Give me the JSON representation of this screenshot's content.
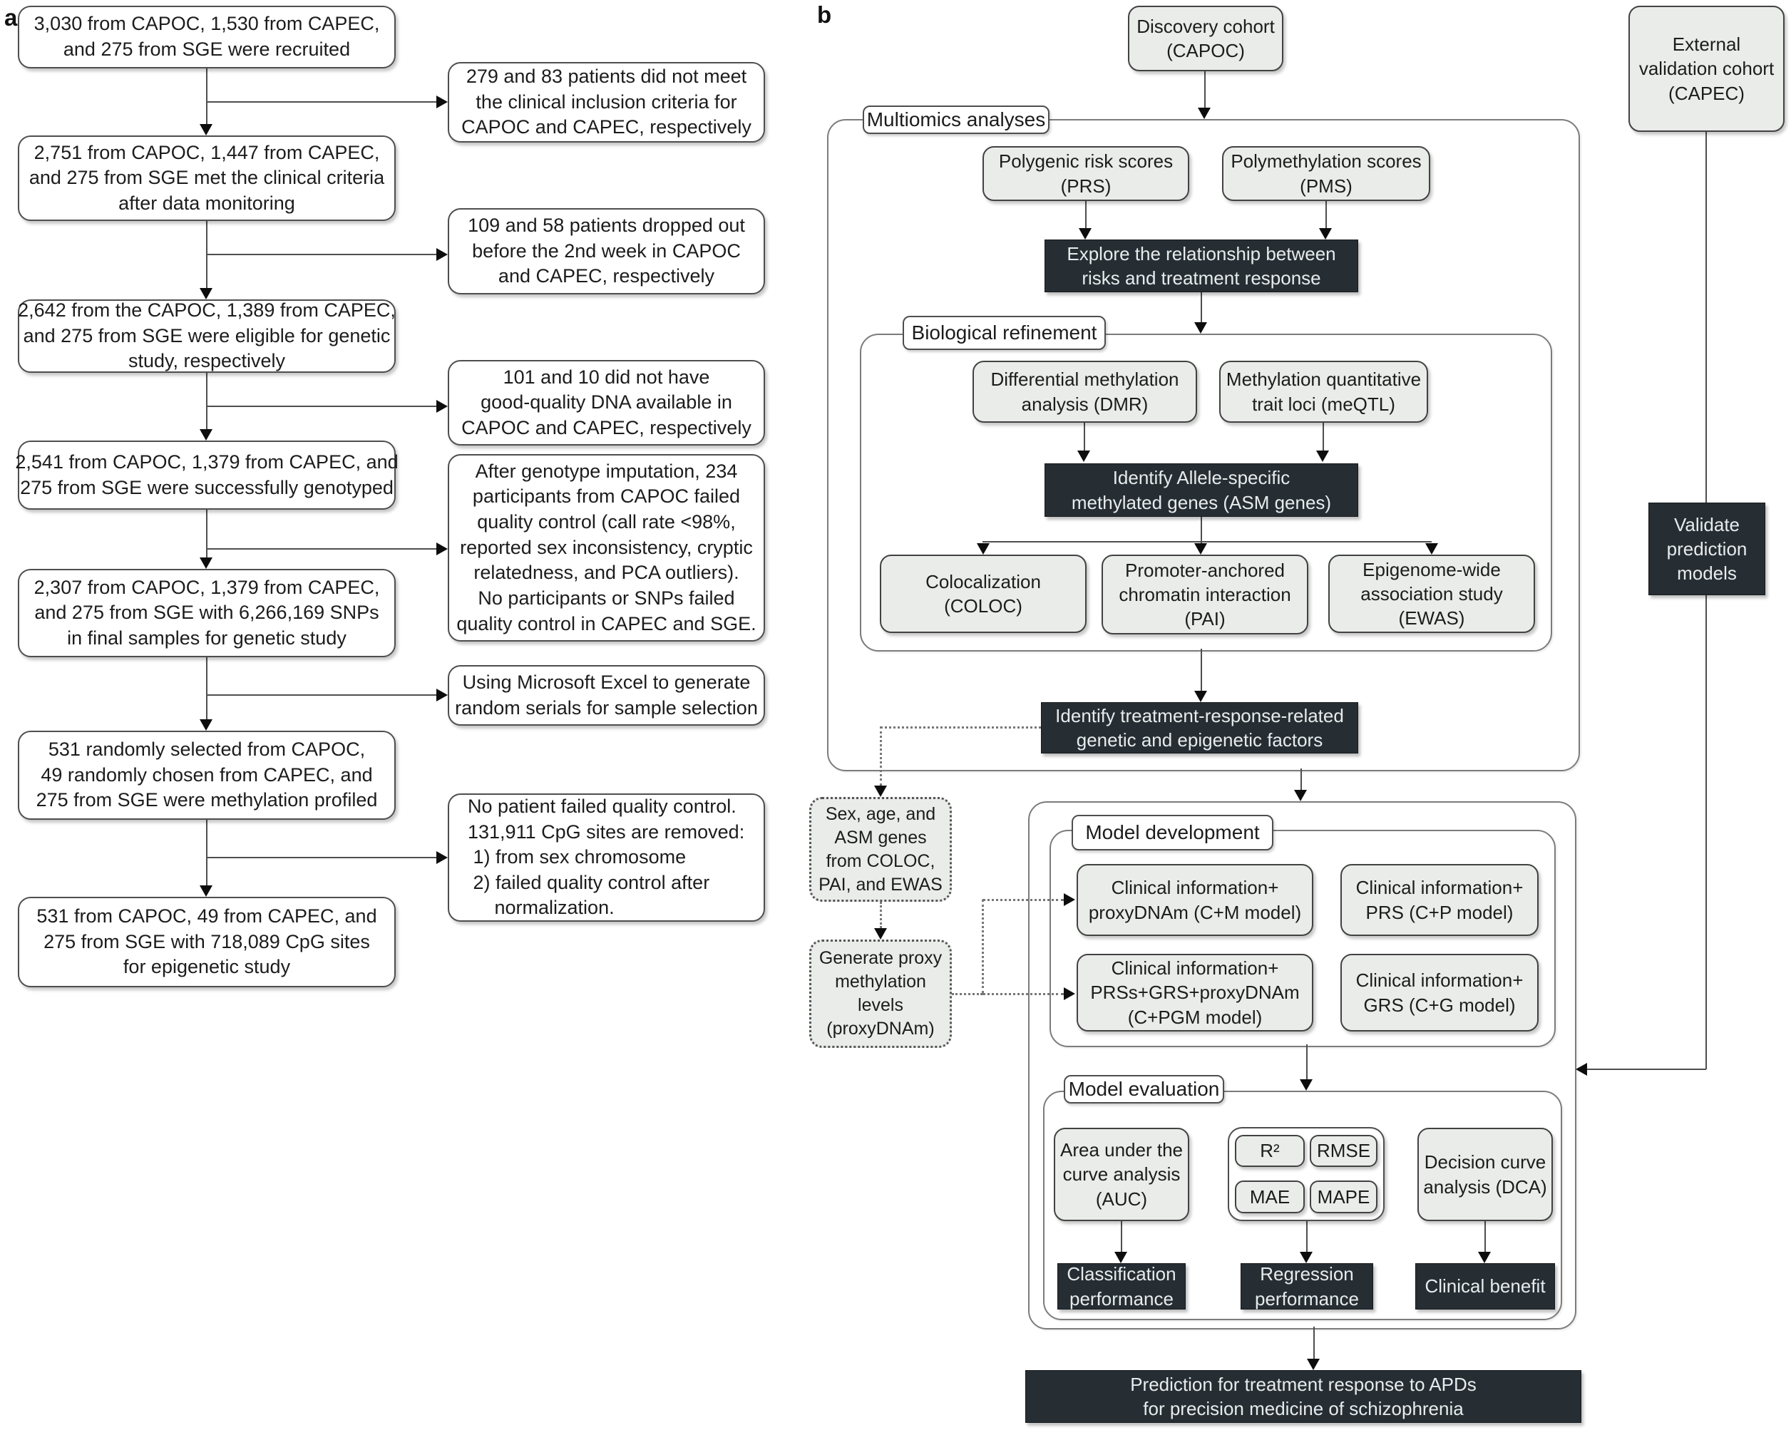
{
  "panel_a": {
    "label": "a",
    "flow": [
      "3,030 from CAPOC, 1,530 from CAPEC,\nand 275 from SGE were recruited",
      "2,751 from CAPOC, 1,447 from CAPEC,\nand 275 from SGE met the clinical criteria\nafter data monitoring",
      "2,642 from the CAPOC, 1,389 from CAPEC,\nand 275 from SGE were eligible for genetic\nstudy, respectively",
      "2,541 from CAPOC, 1,379 from CAPEC, and\n275 from SGE were successfully genotyped",
      "2,307 from CAPOC, 1,379 from CAPEC,\nand 275 from SGE with 6,266,169 SNPs\nin final samples for genetic study",
      "531 randomly selected from CAPOC,\n49 randomly chosen from CAPEC, and\n275 from SGE were methylation profiled",
      "531 from CAPOC, 49 from CAPEC, and\n275 from SGE with 718,089 CpG sites\nfor epigenetic study"
    ],
    "side": [
      "279 and 83 patients did not meet\nthe clinical inclusion criteria for\nCAPOC and CAPEC, respectively",
      "109 and 58 patients dropped out\nbefore the 2nd week in CAPOC\nand CAPEC, respectively",
      "101 and 10 did not have\ngood-quality DNA available in\nCAPOC and CAPEC, respectively",
      "After genotype imputation, 234\nparticipants from CAPOC failed\nquality control (call rate <98%,\nreported sex inconsistency, cryptic\nrelatedness, and PCA outliers).\nNo participants or SNPs failed\nquality control in CAPEC and SGE.",
      "Using Microsoft Excel to generate\nrandom serials for sample selection",
      "No patient failed quality control.\n131,911 CpG sites are removed:\n 1) from sex chromosome\n 2) failed quality control after\n     normalization."
    ]
  },
  "panel_b": {
    "label": "b",
    "discovery": "Discovery cohort\n(CAPOC)",
    "external": "External\nvalidation cohort\n(CAPEC)",
    "validate": "Validate\nprediction\nmodels",
    "multiomics_label": "Multiomics analyses",
    "prs": "Polygenic risk scores\n(PRS)",
    "pms": "Polymethylation scores\n(PMS)",
    "explore": "Explore the relationship between\nrisks and treatment response",
    "bio_label": "Biological refinement",
    "dmr": "Differential methylation\nanalysis (DMR)",
    "meqtl": "Methylation quantitative\ntrait loci (meQTL)",
    "asm": "Identify Allele-specific\nmethylated genes (ASM genes)",
    "coloc": "Colocalization\n(COLOC)",
    "pai": "Promoter-anchored\nchromatin interaction\n(PAI)",
    "ewas": "Epigenome-wide\nassociation study\n(EWAS)",
    "identify": "Identify treatment-response-related\ngenetic and epigenetic factors",
    "sex_age": "Sex, age, and\nASM genes\nfrom COLOC,\nPAI, and EWAS",
    "gen_proxy": "Generate proxy\nmethylation\nlevels\n(proxyDNAm)",
    "dev_label": "Model development",
    "cm": "Clinical information+\nproxyDNAm (C+M model)",
    "cp": "Clinical information+\nPRS (C+P model)",
    "cpgm": "Clinical information+\nPRSs+GRS+proxyDNAm\n(C+PGM model)",
    "cg": "Clinical information+\nGRS (C+G model)",
    "eval_label": "Model evaluation",
    "auc": "Area under the\ncurve analysis\n(AUC)",
    "r2": "R²",
    "rmse": "RMSE",
    "mae": "MAE",
    "mape": "MAPE",
    "dca": "Decision curve\nanalysis (DCA)",
    "classification": "Classification\nperformance",
    "regression": "Regression\nperformance",
    "benefit": "Clinical benefit",
    "final": "Prediction for treatment response to APDs\nfor precision medicine of schizophrenia"
  },
  "colors": {
    "dark_box": "#262e34",
    "light_box": "#e9ece9",
    "line": "#4e4e4e",
    "dotted_line": "#777777"
  }
}
